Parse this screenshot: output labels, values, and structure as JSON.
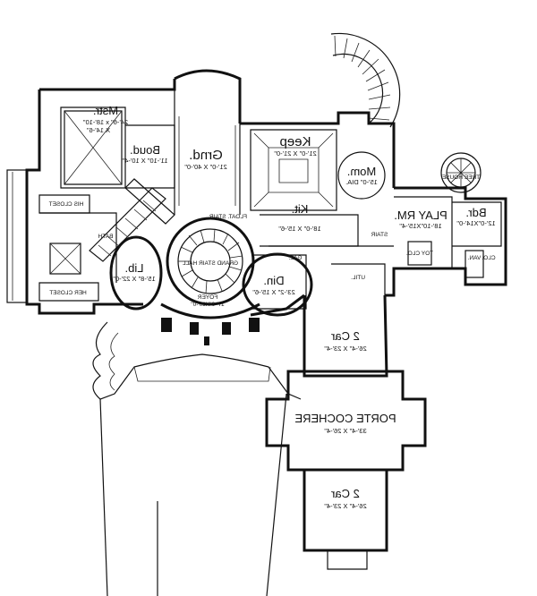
{
  "rooms": {
    "mstr": {
      "name": "Mstr.",
      "dim": "24'-6\" x 18'-10\"",
      "dim2": "X 14'-6\""
    },
    "boud": {
      "name": "Boud.",
      "dim": "11'-10\" X 10'-4\""
    },
    "grnd": {
      "name": "Grnd.",
      "dim": "21'-0\" X 40'-0\""
    },
    "keep": {
      "name": "Keep",
      "dim": "21'-0\" X 21'-0\""
    },
    "mom": {
      "name": "Mom.",
      "dim": "15'-0\" DIA."
    },
    "kit": {
      "name": "Kit.",
      "dim": "18'-0\" X 15'-6\""
    },
    "playrm": {
      "name": "PLAY RM.",
      "dim": "18'-10\"X15'-4\""
    },
    "bdr": {
      "name": "Bdr.",
      "dim": "12'-0\"X14'-0\""
    },
    "lib": {
      "name": "Lib.",
      "dim": "15'-8\" X 22'-0\""
    },
    "din": {
      "name": "Din.",
      "dim": "23'-2\" X 15'-6\""
    },
    "foyer": {
      "name": "FOYER",
      "dim": "17'-0\"X10'-0\""
    },
    "grandstair": {
      "name": "GRAND STAIR HALL"
    },
    "car1": {
      "name": "2 Car",
      "dim": "26'-4\" X 23'-4\""
    },
    "porte": {
      "name": "PORTE COCHERE",
      "dim": "33'-4\" X 26'-4\""
    },
    "car2": {
      "name": "2 Car",
      "dim": "26'-4\" X 23'-4\""
    }
  },
  "labels": {
    "his_closet": "HIS CLOSET",
    "her_closet": "HER CLOSET",
    "bath": "BATH",
    "float_stair": "FLOAT. STAIR",
    "stair": "STAIR",
    "gal": "GAL.",
    "util": "UTIL.",
    "toy_clo": "TOY CLO.",
    "clo": "CLO.",
    "van": "VAN.",
    "tree_house": "TREE HOUSE"
  }
}
